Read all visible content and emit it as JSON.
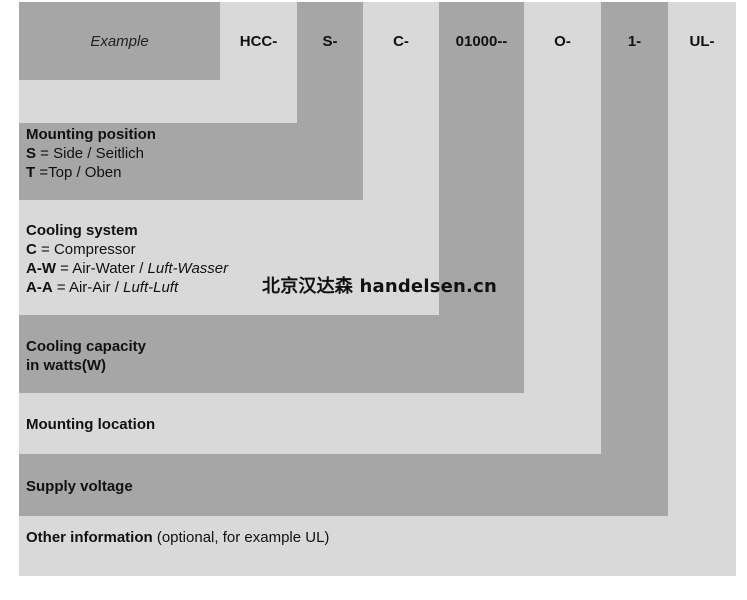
{
  "colors": {
    "dark_gray": "#a6a6a6",
    "light_gray": "#d9d9d9",
    "text": "#111111"
  },
  "header": {
    "example": "Example",
    "codes": [
      "HCC-",
      "S-",
      "C-",
      "01000--",
      "O-",
      "1-",
      "UL-"
    ]
  },
  "sections": {
    "mounting_position": {
      "title": "Mounting position",
      "line1_code": "S",
      "line1_text": " = Side / Seitlich",
      "line2_code": "T",
      "line2_text": " =Top / Oben"
    },
    "cooling_system": {
      "title": "Cooling system",
      "line1_code": "C",
      "line1_text": " = Compressor",
      "line2_code": "A-W",
      "line2_text": " = Air-Water / ",
      "line2_italic": "Luft-Wasser",
      "line3_code": "A-A",
      "line3_text": " = Air-Air / ",
      "line3_italic": "Luft-Luft"
    },
    "cooling_capacity": {
      "line1": "Cooling capacity",
      "line2": "in watts(W)"
    },
    "mounting_location": {
      "title": "Mounting location"
    },
    "supply_voltage": {
      "title": "Supply voltage"
    },
    "other_information": {
      "title": "Other information",
      "note": " (optional, for example UL)"
    }
  },
  "watermark": "北京汉达森 handelsen.cn"
}
